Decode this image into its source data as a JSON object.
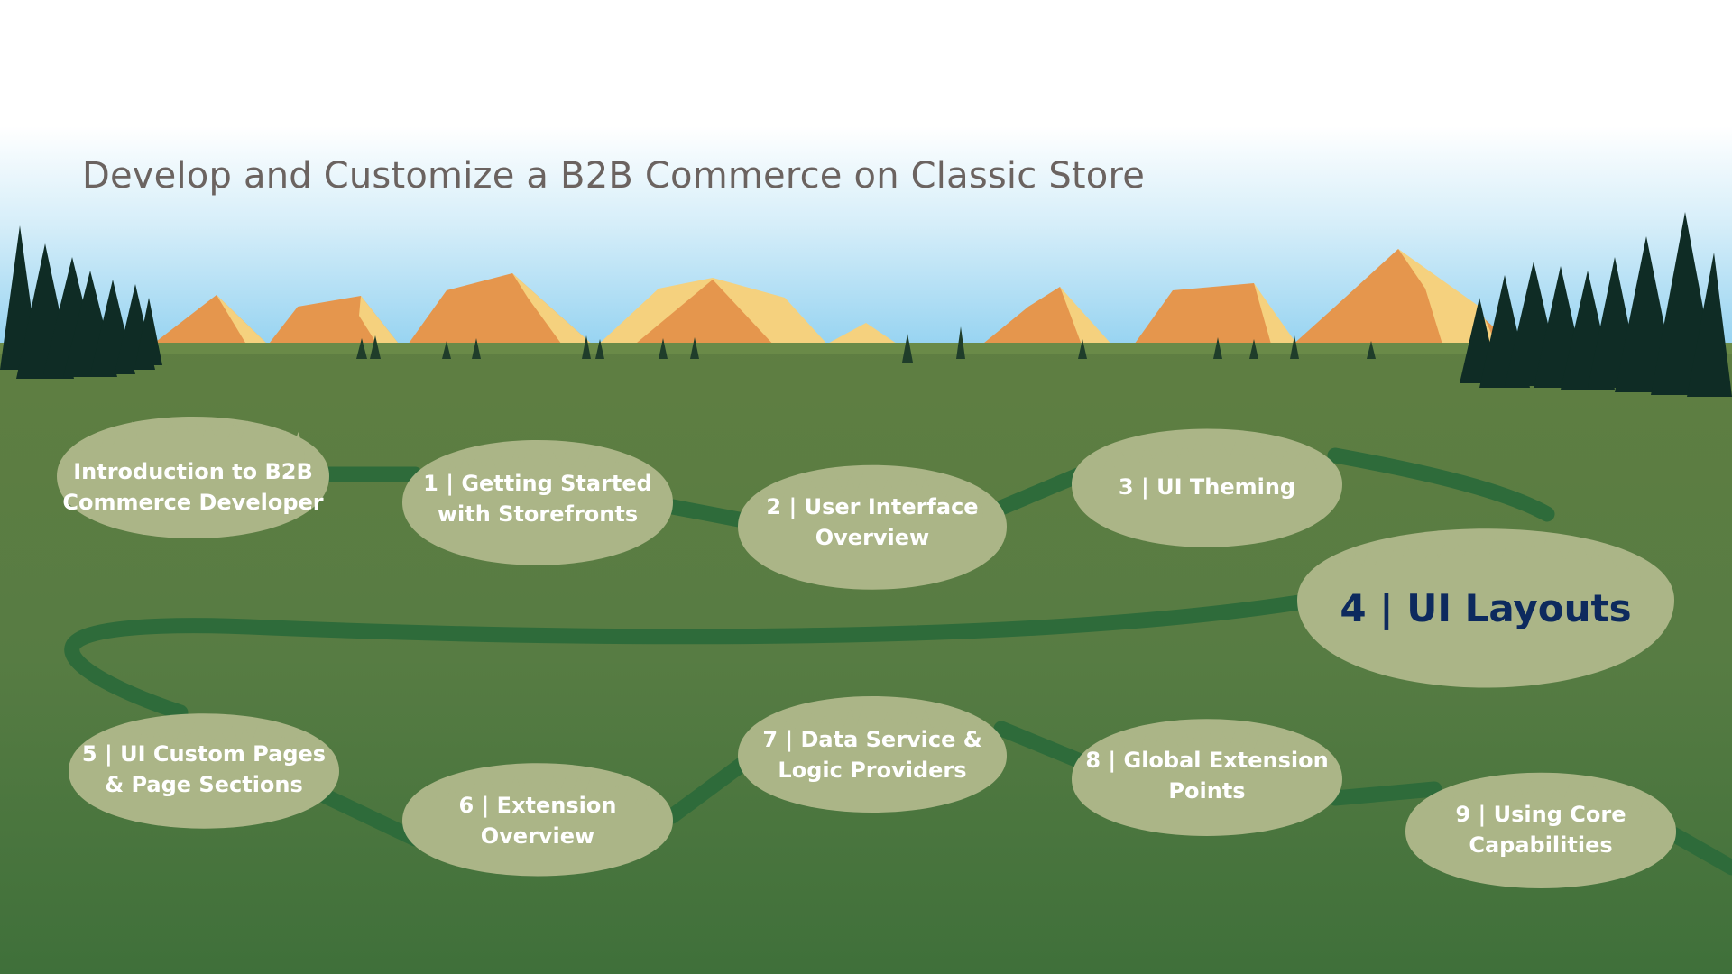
{
  "title": "Develop and Customize a B2B Commerce on Classic Store",
  "colors": {
    "title_text": "#6b6360",
    "node_fill": "#abb587",
    "node_text": "#ffffff",
    "active_text": "#0d2a5e",
    "path": "#2e6b3a",
    "grass_top": "#5f7e42",
    "grass_bottom": "#3f703a",
    "sky": "#8fd0f0",
    "mountain_orange": "#e5964d",
    "mountain_yellow": "#f5d17e",
    "tree": "#0f2c25"
  },
  "nodes": [
    {
      "id": "intro",
      "line1": "Introduction to B2B",
      "line2": "Commerce Developer",
      "active": false
    },
    {
      "id": "1",
      "line1": "1 | Getting Started",
      "line2": "with Storefronts",
      "active": false
    },
    {
      "id": "2",
      "line1": "2 | User Interface",
      "line2": "Overview",
      "active": false
    },
    {
      "id": "3",
      "line1": "3 | UI Theming",
      "line2": "",
      "active": false
    },
    {
      "id": "4",
      "line1": "4 | UI Layouts",
      "line2": "",
      "active": true
    },
    {
      "id": "5",
      "line1": "5 | UI Custom Pages",
      "line2": "& Page Sections",
      "active": false
    },
    {
      "id": "6",
      "line1": "6 | Extension",
      "line2": "Overview",
      "active": false
    },
    {
      "id": "7",
      "line1": "7 | Data Service &",
      "line2": "Logic Providers",
      "active": false
    },
    {
      "id": "8",
      "line1": "8 | Global Extension",
      "line2": "Points",
      "active": false
    },
    {
      "id": "9",
      "line1": "9 | Using Core",
      "line2": "Capabilities",
      "active": false
    }
  ]
}
